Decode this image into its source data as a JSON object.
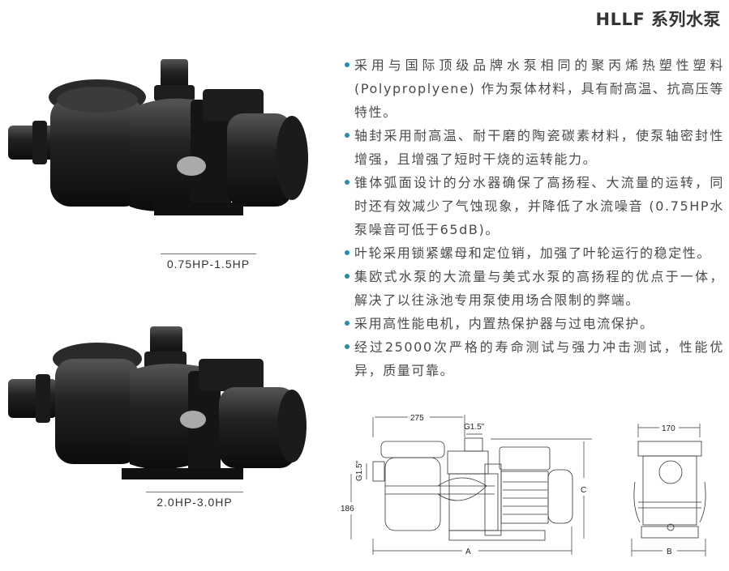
{
  "header": {
    "title": "HLLF  系列水泵"
  },
  "products": [
    {
      "caption": "0.75HP-1.5HP"
    },
    {
      "caption": "2.0HP-3.0HP"
    }
  ],
  "features": [
    "采用与国际顶级品牌水泵相同的聚丙烯热塑性塑料(Polyproplyene) 作为泵体材料，具有耐高温、抗高压等特性。",
    "轴封采用耐高温、耐干磨的陶瓷碳素材料，使泵轴密封性增强，且增强了短时干烧的运转能力。",
    "锥体弧面设计的分水器确保了高扬程、大流量的运转，同时还有效减少了气蚀现象，并降低了水流噪音 (0.75HP水泵噪音可低于65dB)。",
    "叶轮采用锁紧螺母和定位销，加强了叶轮运行的稳定性。",
    "集欧式水泵的大流量与美式水泵的高扬程的优点于一体，解决了以往泳池专用泵使用场合限制的弊端。",
    "采用高性能电机，内置热保护器与过电流保护。",
    "经过25000次严格的寿命测试与强力冲击测试，性能优异，质量可靠。"
  ],
  "dimensions": {
    "length_top": "275",
    "outlet": "G1.5\"",
    "inlet": "G1.5\"",
    "inlet_height": "186",
    "overall_length": "A",
    "overall_height": "C",
    "width_top": "170",
    "overall_width": "B"
  },
  "colors": {
    "bullet": "#2b8aa6",
    "text": "#4a4a4a"
  }
}
